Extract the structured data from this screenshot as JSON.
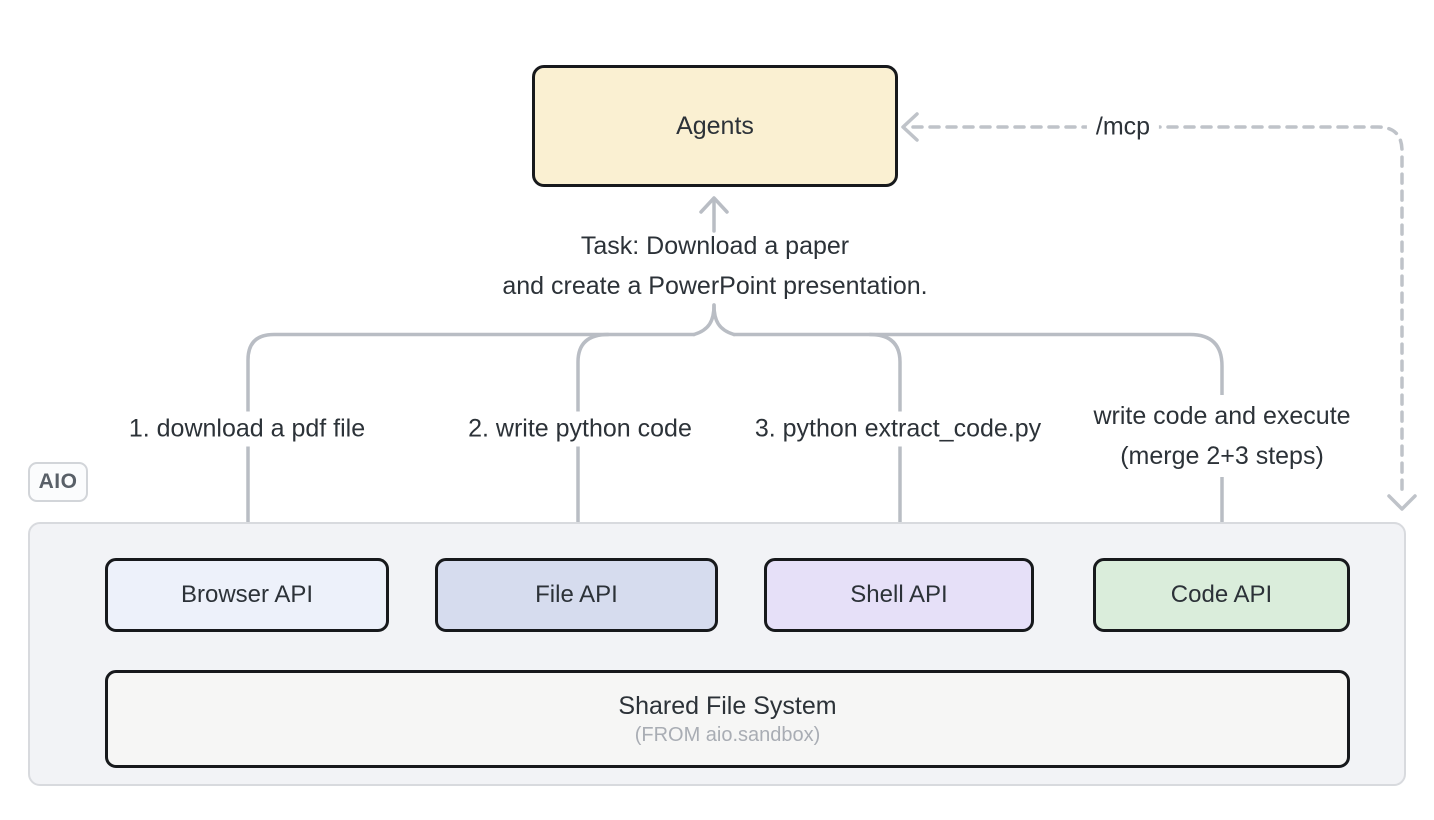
{
  "agents": {
    "label": "Agents",
    "fill": "#faf0d2"
  },
  "task": {
    "line1": "Task: Download a paper",
    "line2": "and create a PowerPoint presentation."
  },
  "mcp": {
    "label": "/mcp"
  },
  "branch_labels": [
    {
      "text": "1. download a pdf file"
    },
    {
      "text": "2. write python code"
    },
    {
      "text": "3. python extract_code.py"
    },
    {
      "text": "write code and execute",
      "text2": "(merge 2+3 steps)"
    }
  ],
  "aio": {
    "badge": "AIO"
  },
  "api_boxes": [
    {
      "label": "Browser API",
      "fill": "#edf1fa"
    },
    {
      "label": "File API",
      "fill": "#d6dcee"
    },
    {
      "label": "Shell API",
      "fill": "#e6e0f8"
    },
    {
      "label": "Code API",
      "fill": "#daeddb"
    }
  ],
  "shared": {
    "title": "Shared File System",
    "subtitle": "(FROM aio.sandbox)"
  },
  "colors": {
    "solid_line": "#b9bdc4",
    "dashed_line": "#bfc3c9",
    "box_border": "#17191c",
    "text": "#2c3238",
    "muted_text": "#a9adb4",
    "container_fill": "#f2f3f6",
    "container_border": "#d8dade",
    "shared_fill": "#f6f6f5",
    "badge_fill": "#fbfcfd",
    "badge_text": "#596068"
  }
}
